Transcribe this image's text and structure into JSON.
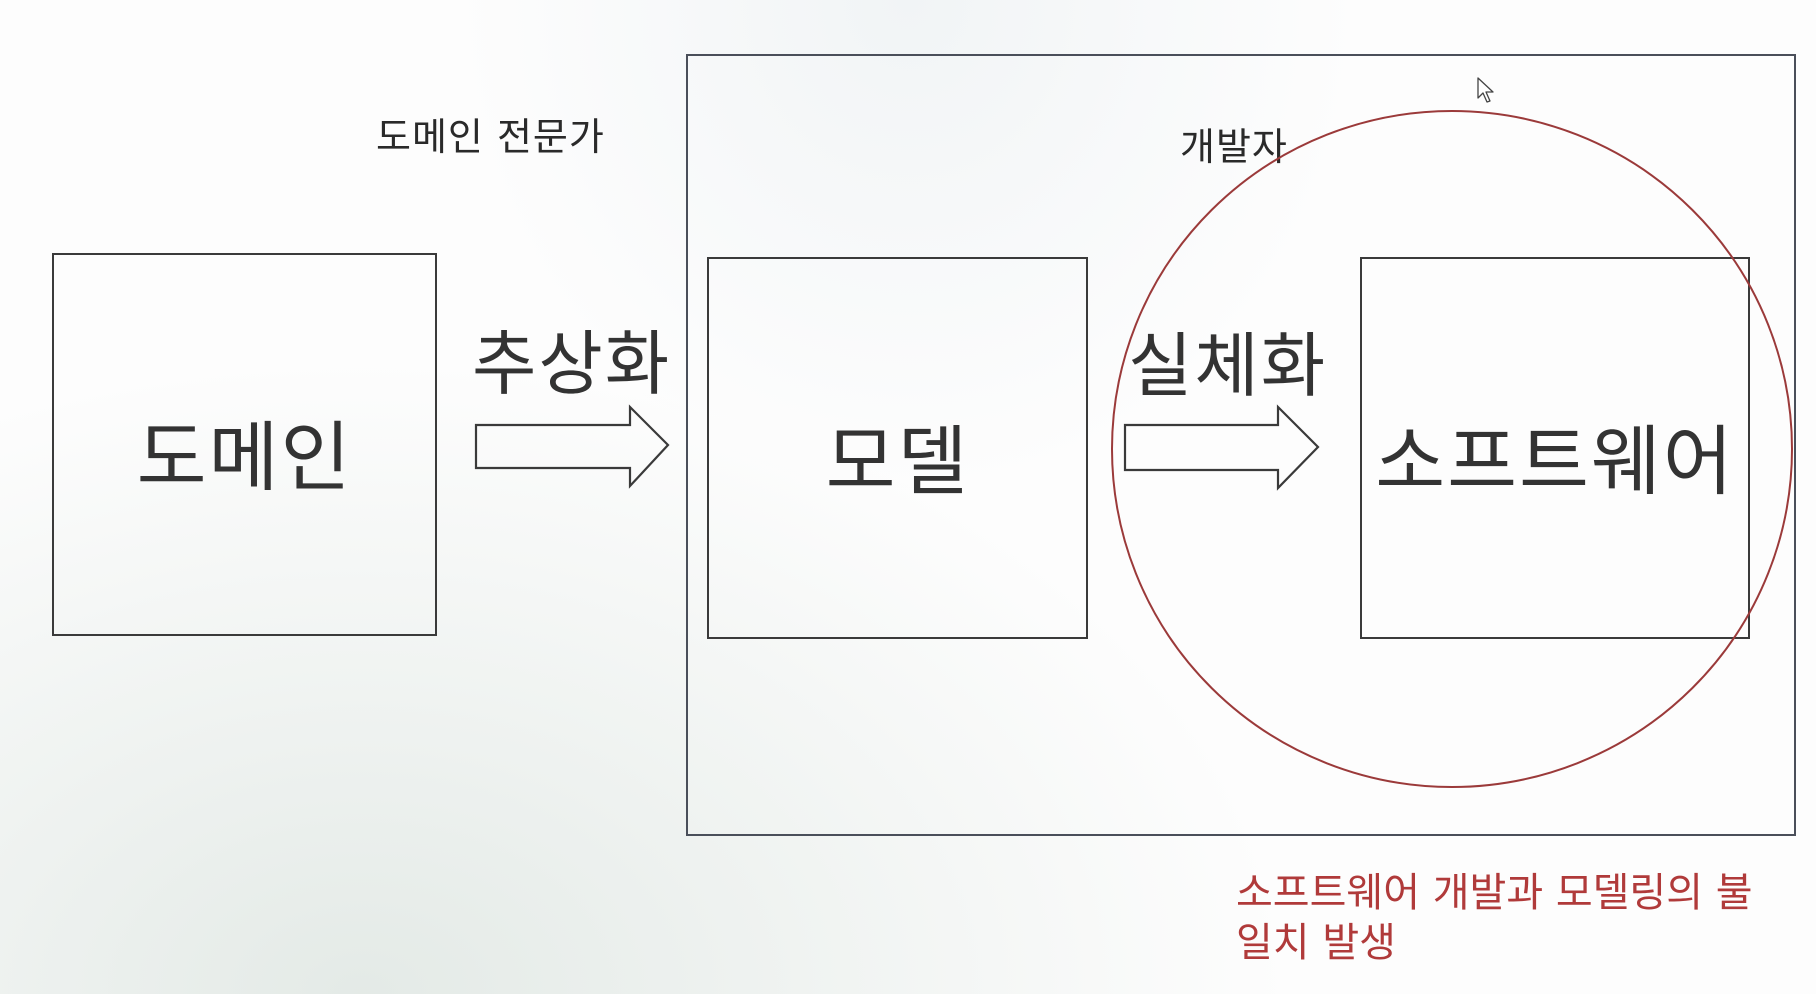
{
  "roles": {
    "domain_expert": "도메인 전문가",
    "developer": "개발자"
  },
  "boxes": {
    "domain": "도메인",
    "model": "모델",
    "software": "소프트웨어"
  },
  "steps": {
    "abstraction": "추상화",
    "realization": "실체화"
  },
  "note": {
    "line1": "소프트웨어 개발과 모델링의 불",
    "line2": "일치 발생"
  },
  "colors": {
    "highlight_circle": "#9b3a3a",
    "note_text": "#b03a3a",
    "box_stroke": "#3a3a3a"
  },
  "icons": {
    "cursor": "mouse-pointer-icon"
  }
}
